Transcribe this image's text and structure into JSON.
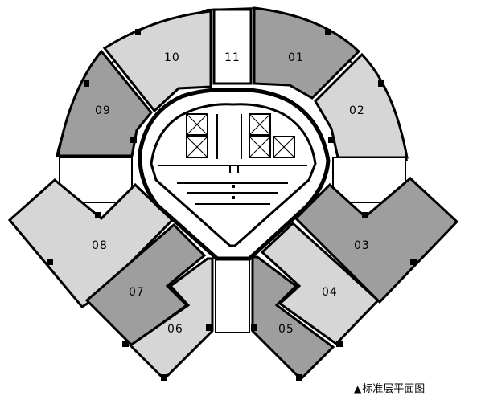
{
  "caption": {
    "marker": "▲",
    "text": "标准层平面图"
  },
  "colors": {
    "light_unit": "#d6d6d6",
    "dark_unit": "#9e9e9e",
    "wall": "#000000",
    "core": "#ffffff"
  },
  "units": [
    {
      "id": "01",
      "label": "01",
      "shade": "dark"
    },
    {
      "id": "02",
      "label": "02",
      "shade": "light"
    },
    {
      "id": "03",
      "label": "03",
      "shade": "dark"
    },
    {
      "id": "04",
      "label": "04",
      "shade": "light"
    },
    {
      "id": "05",
      "label": "05",
      "shade": "dark"
    },
    {
      "id": "06",
      "label": "06",
      "shade": "light"
    },
    {
      "id": "07",
      "label": "07",
      "shade": "dark"
    },
    {
      "id": "08",
      "label": "08",
      "shade": "light"
    },
    {
      "id": "09",
      "label": "09",
      "shade": "dark"
    },
    {
      "id": "10",
      "label": "10",
      "shade": "light"
    },
    {
      "id": "11",
      "label": "11",
      "shade": "white"
    }
  ]
}
